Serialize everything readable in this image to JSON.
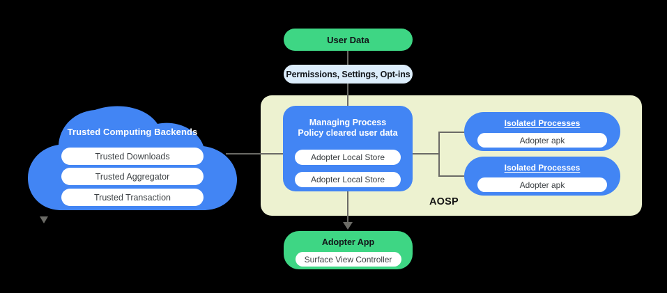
{
  "diagram": {
    "aosp": {
      "label": "AOSP",
      "background_color": "#EDF2D0"
    },
    "user_data": {
      "label": "User Data",
      "color": "#3ED684"
    },
    "permissions": {
      "label": "Permissions,  Settings, Opt-ins",
      "color": "#DCEDFB"
    },
    "cloud": {
      "title": "Trusted Computing Backends",
      "color": "#4285F4",
      "items": [
        {
          "label": "Trusted Downloads"
        },
        {
          "label": "Trusted Aggregator"
        },
        {
          "label": "Trusted Transaction"
        }
      ]
    },
    "managing_process": {
      "title_line1": "Managing Process",
      "title_line2": "Policy cleared user data",
      "color": "#4285F4",
      "stores": [
        {
          "label": "Adopter Local Store"
        },
        {
          "label": "Adopter Local Store"
        }
      ]
    },
    "isolated_processes": [
      {
        "title": "Isolated Processes",
        "apk": "Adopter apk"
      },
      {
        "title": "Isolated Processes",
        "apk": "Adopter apk"
      }
    ],
    "adopter_app": {
      "title": "Adopter App",
      "subtitle": "Surface View Controller",
      "color": "#3ED684"
    },
    "connector_color": "#6b6b66"
  }
}
